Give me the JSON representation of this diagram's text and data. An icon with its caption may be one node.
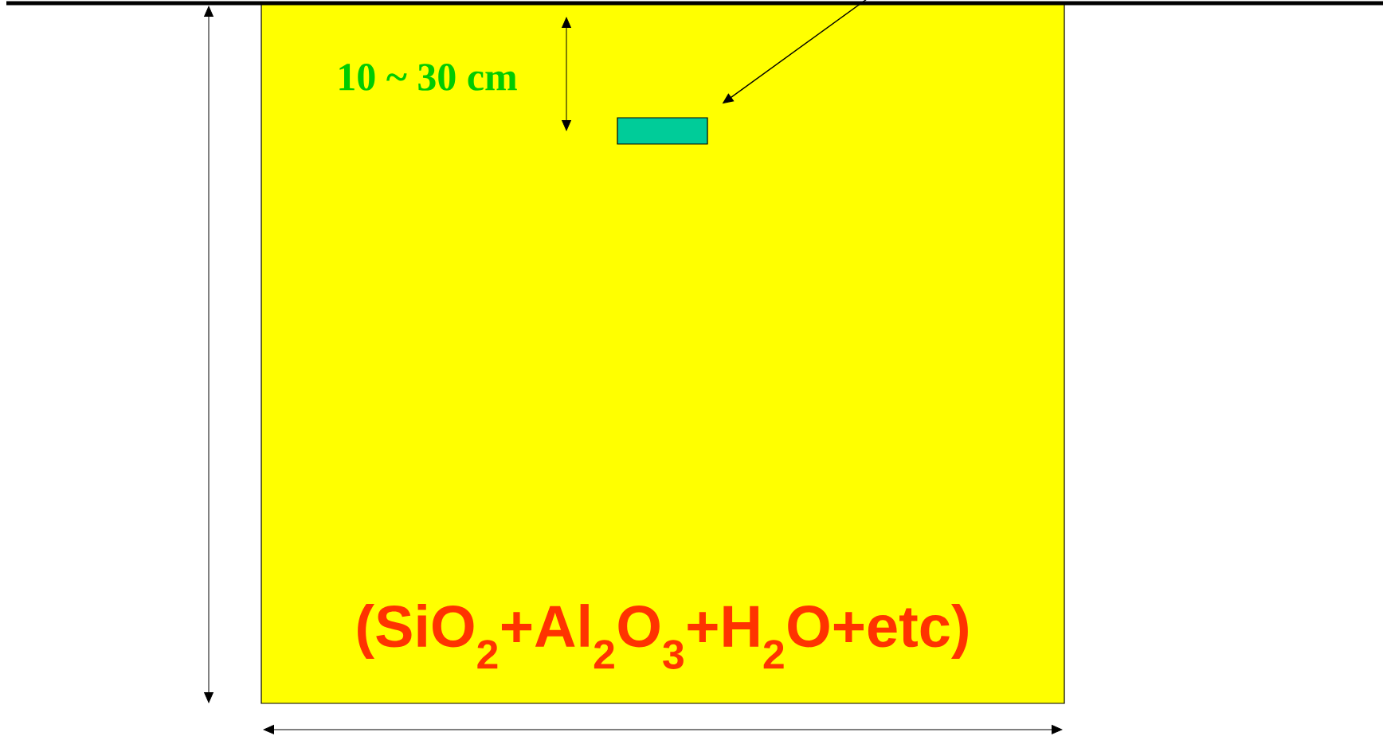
{
  "diagram": {
    "nodes": [
      {
        "text": [
          "(SiO$_{2}$+Al$_{2}$O$_{3}$+H$_{2}$O+etc)"
        ]
      },
      {
        "text": [],
        "shape": "box",
        "in": 0
      }
    ],
    "edges": [
      {
        "from": null,
        "to": 1,
        "arrow": "to"
      }
    ],
    "labels": [
      "10 ~ 30 cm"
    ]
  }
}
